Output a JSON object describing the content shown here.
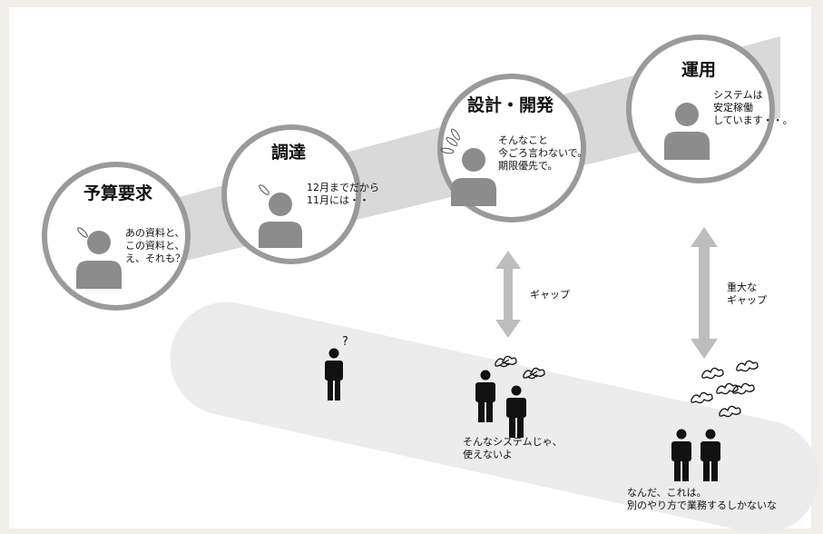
{
  "stages": [
    {
      "title": "予算要求",
      "speech": "あの資料と、\nこの資料と、\nえ、それも？"
    },
    {
      "title": "調達",
      "speech": "12月までだから\n11月には・・"
    },
    {
      "title": "設計・開発",
      "speech": "そんなこと\n今ごろ言わないで。\n期限優先で。"
    },
    {
      "title": "運用",
      "speech": "システムは\n安定稼働\nしています・・。"
    }
  ],
  "gaps": [
    {
      "label": "ギャップ"
    },
    {
      "label": "重大な\nギャップ"
    }
  ],
  "users": [
    {
      "bubble": "?"
    },
    {
      "comment": "そんなシステムじゃ、\n使えないよ"
    },
    {
      "comment": "なんだ、これは。\n別のやり方で業務するしかないな"
    }
  ],
  "colors": {
    "band": "#d9d9d9",
    "lower_band": "#ececec",
    "circle_border": "#9a9a9a",
    "person": "#8c8c8c",
    "arrow": "#bdbdbd"
  }
}
